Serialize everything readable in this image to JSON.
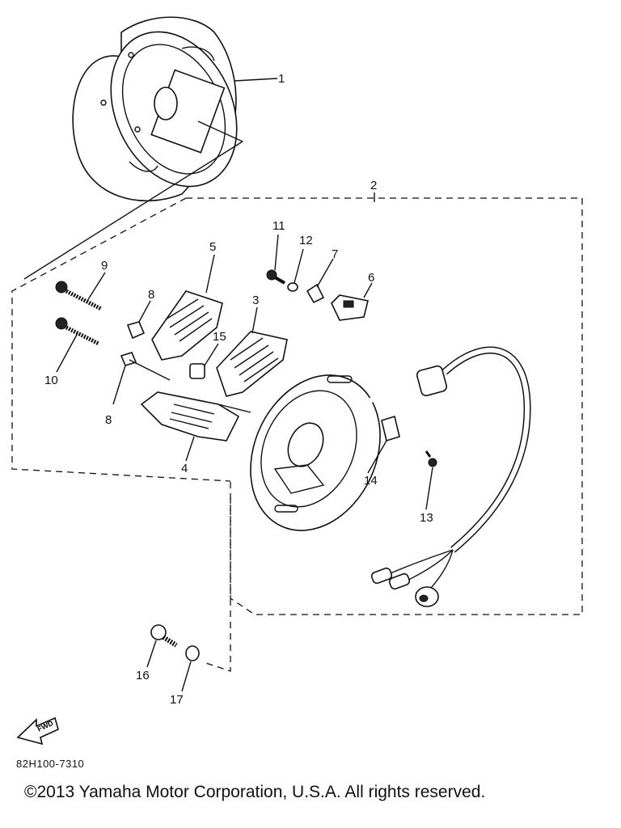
{
  "diagram": {
    "callouts": {
      "p1": "1",
      "p2": "2",
      "p3": "3",
      "p4": "4",
      "p5": "5",
      "p6": "6",
      "p7": "7",
      "p8a": "8",
      "p8b": "8",
      "p9": "9",
      "p10": "10",
      "p11": "11",
      "p12": "12",
      "p13": "13",
      "p14": "14",
      "p15": "15",
      "p16": "16",
      "p17": "17"
    },
    "fwd_label": "FWD"
  },
  "footer": {
    "part_number": "82H100-7310",
    "copyright": "©2013 Yamaha Motor Corporation, U.S.A. All rights reserved."
  }
}
